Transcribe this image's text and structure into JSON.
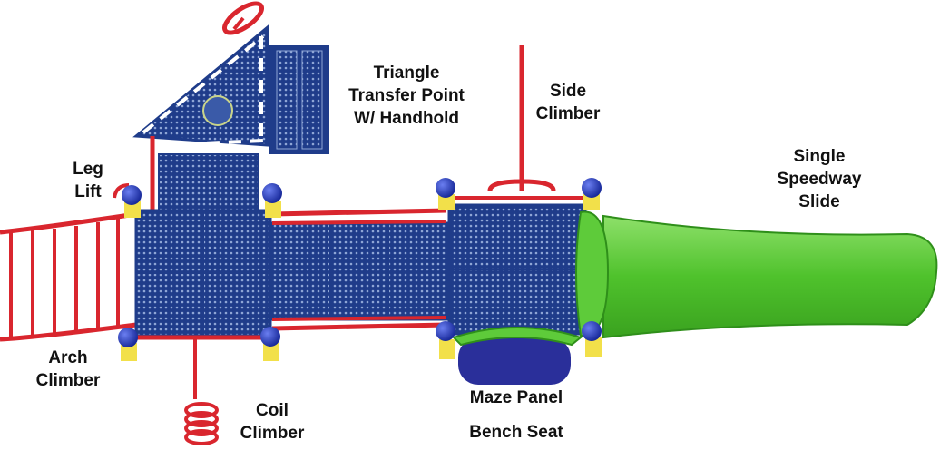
{
  "colors": {
    "deck_blue": "#1f3c8a",
    "frame_red": "#d9262e",
    "slide_green": "#5ecb3a",
    "post_yellow": "#f2e04a",
    "bench_blue": "#2a2f9a",
    "cap_blue": "#1e33b0"
  },
  "labels": {
    "triangle": [
      "Triangle",
      "Transfer Point",
      "W/ Handhold"
    ],
    "side_climber": [
      "Side",
      "Climber"
    ],
    "single_slide": [
      "Single",
      "Speedway",
      "Slide"
    ],
    "leg_lift": [
      "Leg",
      "Lift"
    ],
    "arch_climber": [
      "Arch",
      "Climber"
    ],
    "coil_climber": [
      "Coil",
      "Climber"
    ],
    "maze_panel": "Maze Panel",
    "bench_seat": "Bench Seat"
  }
}
